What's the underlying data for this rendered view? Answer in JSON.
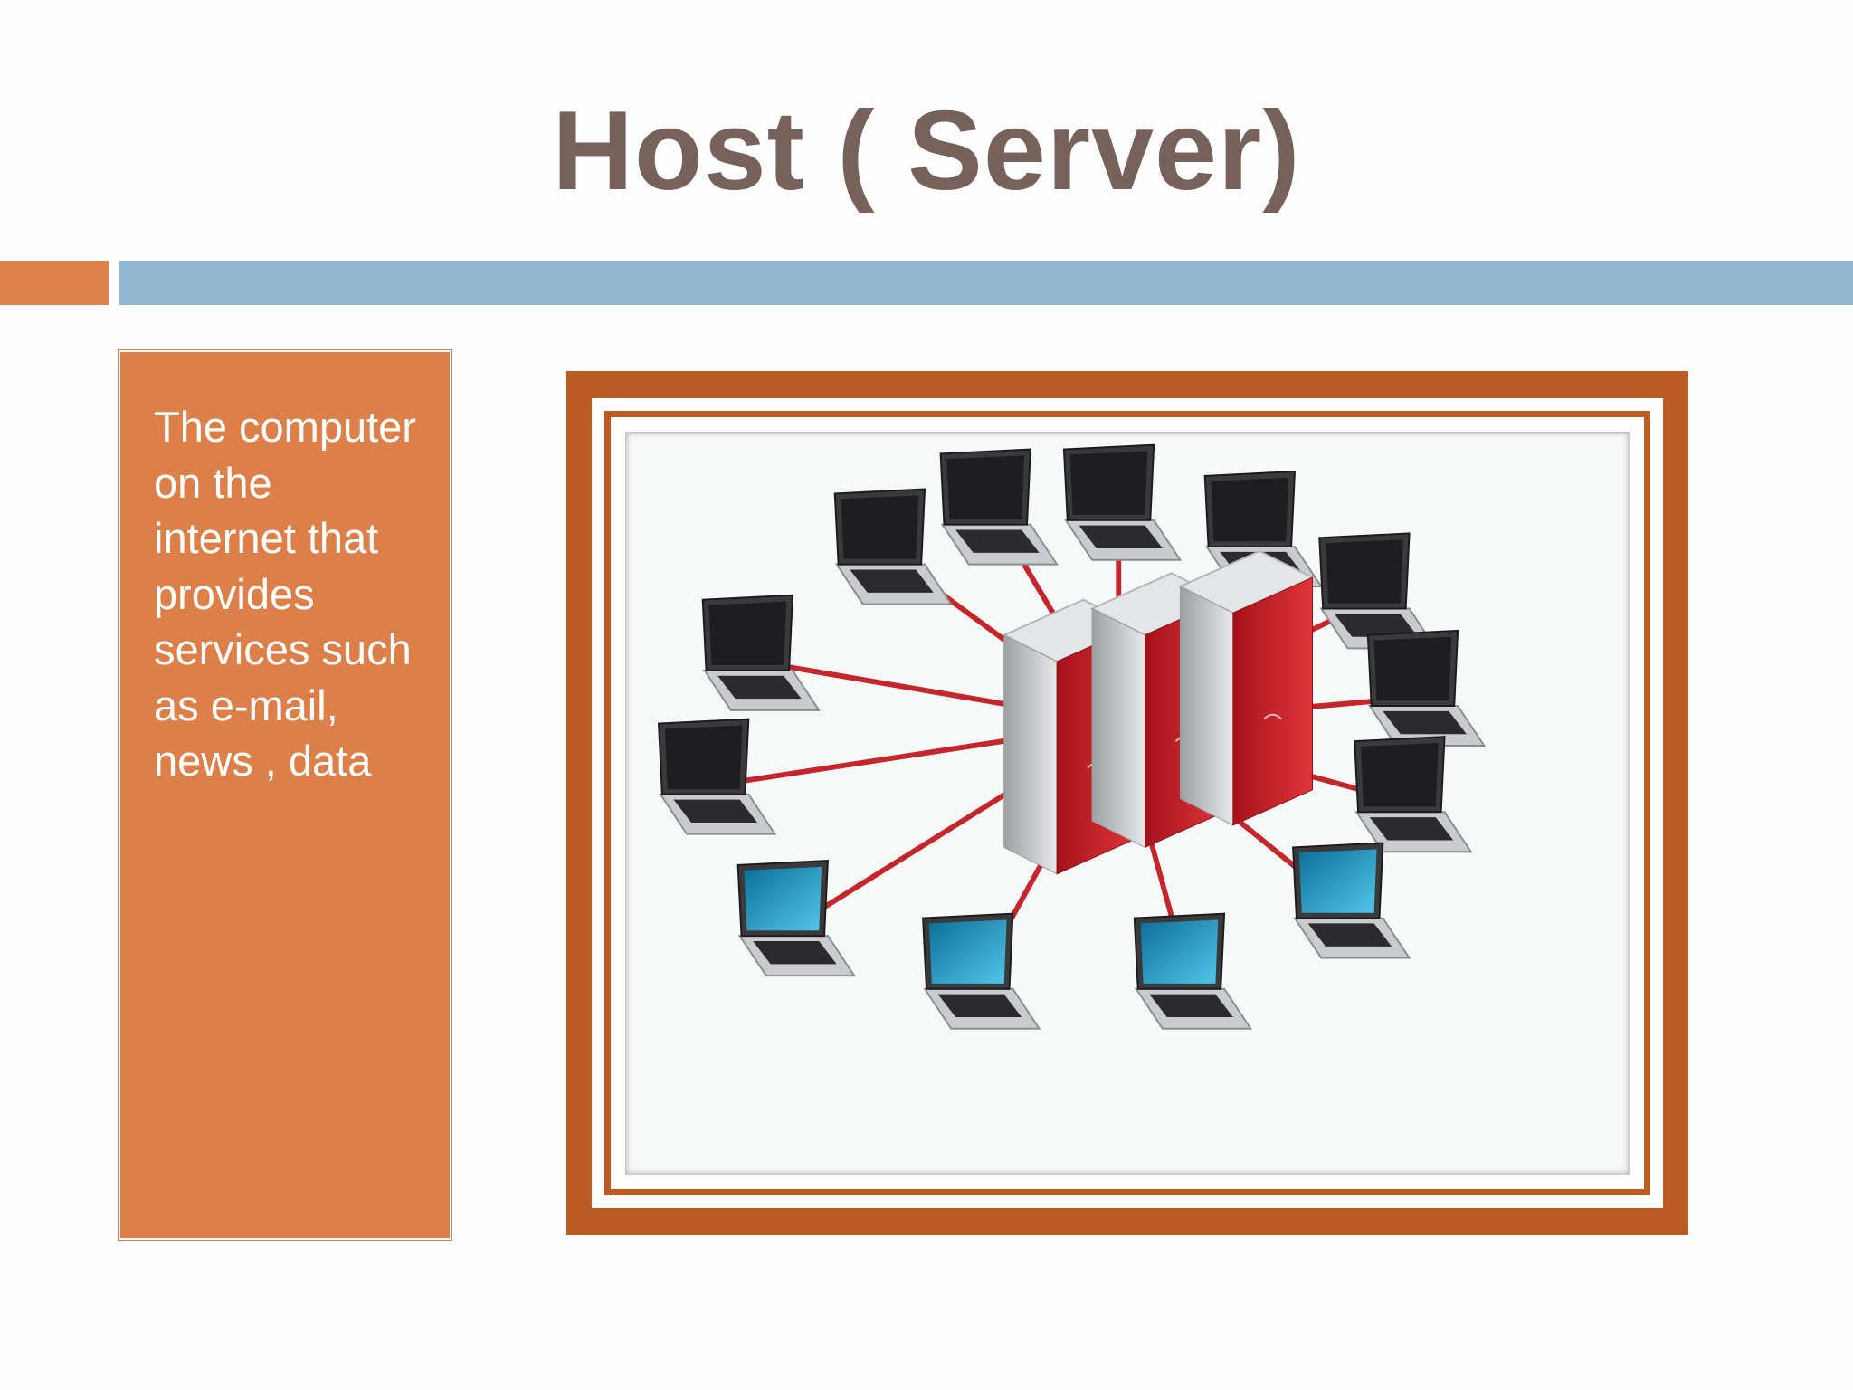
{
  "slide": {
    "title": "Host ( Server)",
    "body_text": "The computer on the internet that provides services such as e-mail, news , data"
  },
  "image": {
    "description_icon": "server-network-illustration",
    "colors": {
      "accent_orange": "#dd8249",
      "accent_blue": "#93b6d0",
      "frame_brown": "#bd5b25",
      "title_color": "#76625a",
      "cable_red": "#c5262b"
    }
  }
}
